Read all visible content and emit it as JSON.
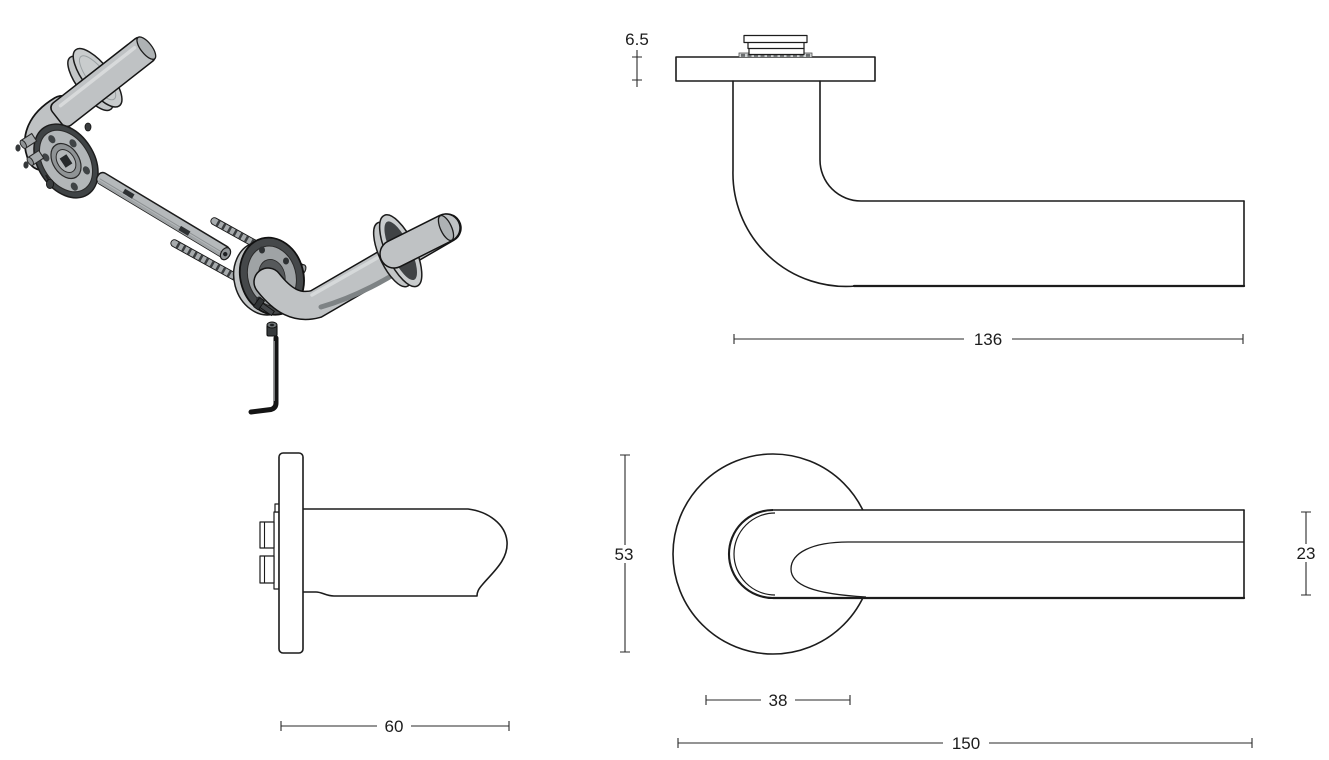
{
  "page": {
    "background": "#ffffff",
    "line_color": "#1c1c1c",
    "metal_light": "#c2c5c6",
    "metal_dark": "#45484a"
  },
  "views": {
    "top": {
      "rose_thickness": "6.5",
      "grip_length": "136"
    },
    "side": {
      "projection": "60"
    },
    "front": {
      "rose_diameter": "53",
      "grip_diameter": "23",
      "neck_width": "38",
      "overall_length": "150"
    }
  }
}
